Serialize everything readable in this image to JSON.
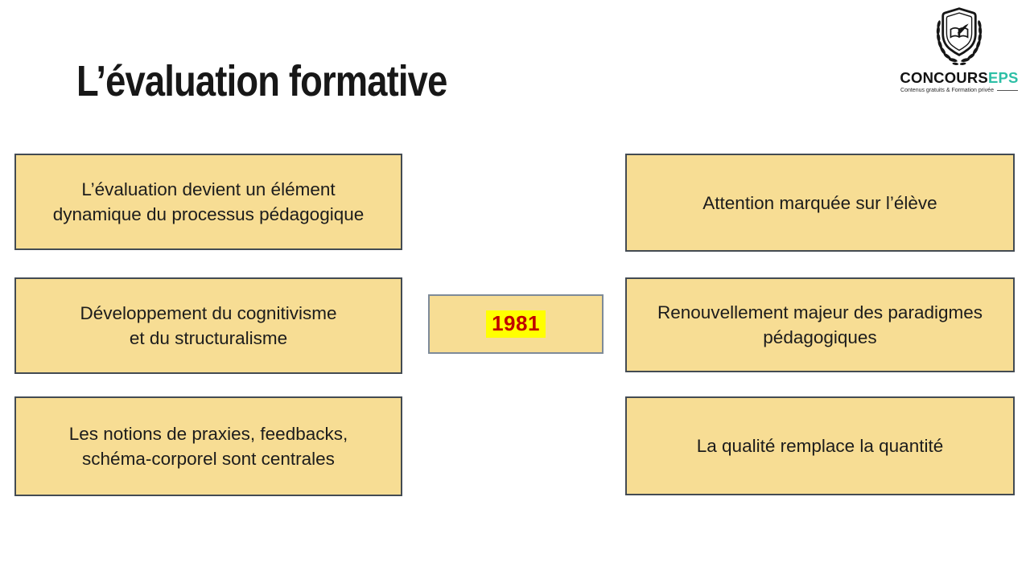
{
  "slide": {
    "title": "L’évaluation formative",
    "year": "1981",
    "left_boxes": [
      {
        "line1": "L’évaluation devient un élément",
        "line2": "dynamique du processus pédagogique"
      },
      {
        "line1": "Développement du cognitivisme",
        "line2": "et du structuralisme"
      },
      {
        "line1": "Les notions de praxies, feedbacks,",
        "line2": "schéma-corporel sont centrales"
      }
    ],
    "right_boxes": [
      {
        "line1": "Attention marquée sur l’élève",
        "line2": ""
      },
      {
        "line1": "Renouvellement majeur des paradigmes",
        "line2": "pédagogiques"
      },
      {
        "line1": "La qualité remplace la quantité",
        "line2": ""
      }
    ]
  },
  "logo": {
    "brand": "CONCOURS",
    "brand_accent": "EPS",
    "tagline": "Contenus gratuits & Formation privée"
  },
  "colors": {
    "box_fill": "#F7DD94",
    "box_border": "#434B53",
    "year_border": "#7E8B99",
    "year_text": "#C00000",
    "year_highlight": "#FFFF00",
    "brand_accent": "#2DBFA6"
  }
}
